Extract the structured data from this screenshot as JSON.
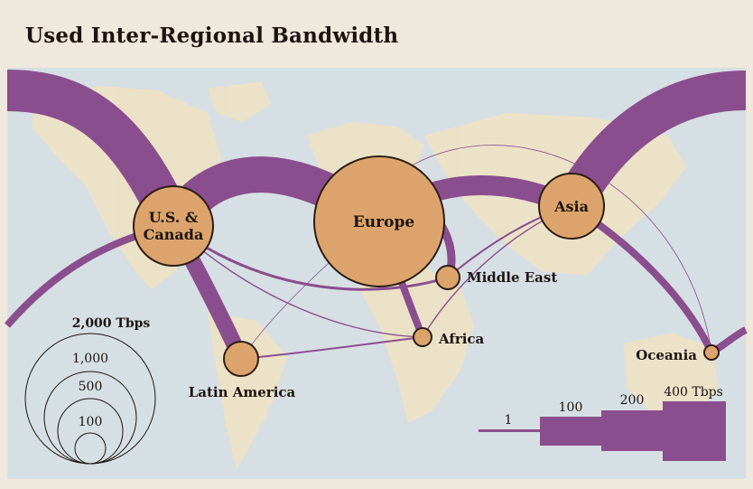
{
  "title": "Used Inter-Regional Bandwidth",
  "colors": {
    "frame": "#efe8dc",
    "ocean": "#d6dfe3",
    "land": "#ede2c6",
    "flow": "#8a4e8e",
    "node_fill": "#dca46c",
    "node_stroke": "#2b1d14",
    "text": "#1c1410"
  },
  "regions": [
    {
      "name": "U.S. & Canada",
      "label_lines": [
        "U.S. &",
        "Canada"
      ]
    },
    {
      "name": "Europe",
      "label_lines": [
        "Europe"
      ]
    },
    {
      "name": "Asia",
      "label_lines": [
        "Asia"
      ]
    },
    {
      "name": "Middle East",
      "label_lines": [
        "Middle East"
      ]
    },
    {
      "name": "Africa",
      "label_lines": [
        "Africa"
      ]
    },
    {
      "name": "Latin America",
      "label_lines": [
        "Latin America"
      ]
    },
    {
      "name": "Oceania",
      "label_lines": [
        "Oceania"
      ]
    }
  ],
  "circle_legend": {
    "labels": [
      "2,000 Tbps",
      "1,000",
      "500",
      "100"
    ]
  },
  "width_legend": {
    "labels": [
      "1",
      "100",
      "200",
      "400 Tbps"
    ]
  }
}
